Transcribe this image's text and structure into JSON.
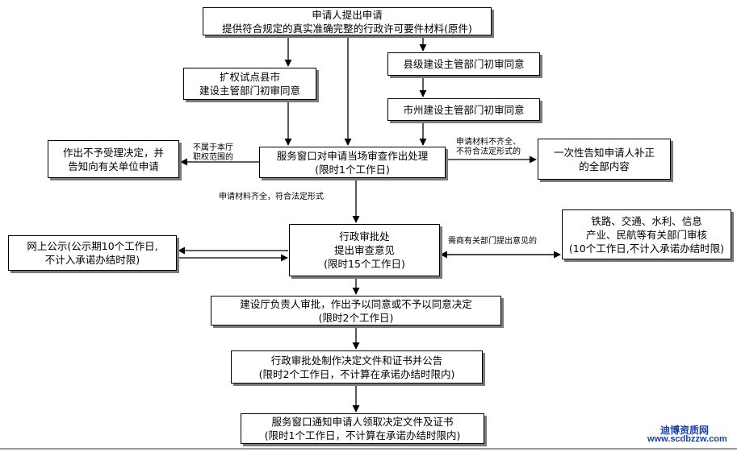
{
  "boxes": {
    "apply": {
      "lines": [
        "申请人提出申请",
        "提供符合规定的真实准确完整的行政许可要件材料(原件)"
      ]
    },
    "pilot_county": {
      "lines": [
        "扩权试点县市",
        "建设主管部门初审同意"
      ]
    },
    "county_review": {
      "lines": [
        "县级建设主管部门初审同意"
      ]
    },
    "city_review": {
      "lines": [
        "市州建设主管部门初审同意"
      ]
    },
    "reject": {
      "lines": [
        "作出不予受理决定，并",
        "告知向有关单位申请"
      ]
    },
    "service_window": {
      "lines": [
        "服务窗口对申请当场审查作出处理",
        "(限时1个工作日)"
      ]
    },
    "notify_supplement": {
      "lines": [
        "一次性告知申请人补正",
        "的全部内容"
      ]
    },
    "online_publicity": {
      "lines": [
        "网上公示(公示期10个工作日,",
        "不计入承诺办结时限)"
      ]
    },
    "approval_office": {
      "lines": [
        "行政审批处",
        "提出审查意见",
        "(限时15个工作日)"
      ]
    },
    "dept_review": {
      "lines": [
        "铁路、交通、水利、信息",
        "产业、民航等有关部门审核",
        "(10个工作日,不计入承诺办结时限)"
      ]
    },
    "director_approval": {
      "lines": [
        "建设厅负责人审批，作出予以同意或不予以同意决定",
        "(限时2个工作日)"
      ]
    },
    "make_documents": {
      "lines": [
        "行政审批处制作决定文件和证书并公告",
        "(限时2个工作日，不计算在承诺办结时限内)"
      ]
    },
    "notify_pickup": {
      "lines": [
        "服务窗口通知申请人领取决定文件及证书",
        "(限时1个工作日，不计算在承诺办结时限内)"
      ]
    }
  },
  "labels": {
    "not_in_scope": [
      "不属于本厅",
      "职权范围的"
    ],
    "incomplete": [
      "申请材料不齐全、",
      "不符合法定形式的"
    ],
    "complete": "申请材料齐全，符合法定形式",
    "need_opinion": "需商有关部门提出意见的"
  },
  "watermark": {
    "name": "迪博资质网",
    "url": "www.scdbzzw.com",
    "color": "#1a3fa8"
  }
}
